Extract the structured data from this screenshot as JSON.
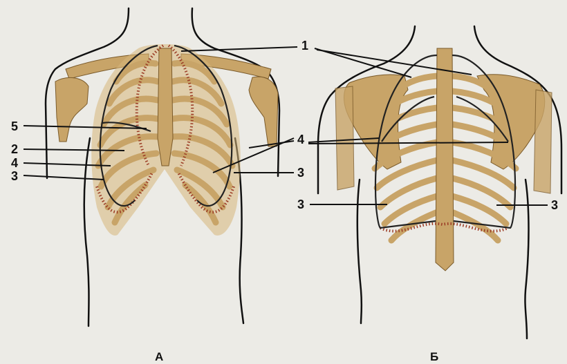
{
  "figure": {
    "panels": [
      {
        "id": "A",
        "label": "А"
      },
      {
        "id": "B",
        "label": "Б"
      }
    ],
    "callouts": {
      "top_1": "1",
      "left_5": "5",
      "left_2": "2",
      "left_4": "4",
      "left_3": "3",
      "a_right_4": "4",
      "a_right_3": "3",
      "b_left_3": "3",
      "b_right_3": "3"
    },
    "colors": {
      "bone": "#c8a468",
      "pleura_dots": "#9b3b24",
      "outline": "#111111",
      "background": "#ecebe6"
    }
  }
}
